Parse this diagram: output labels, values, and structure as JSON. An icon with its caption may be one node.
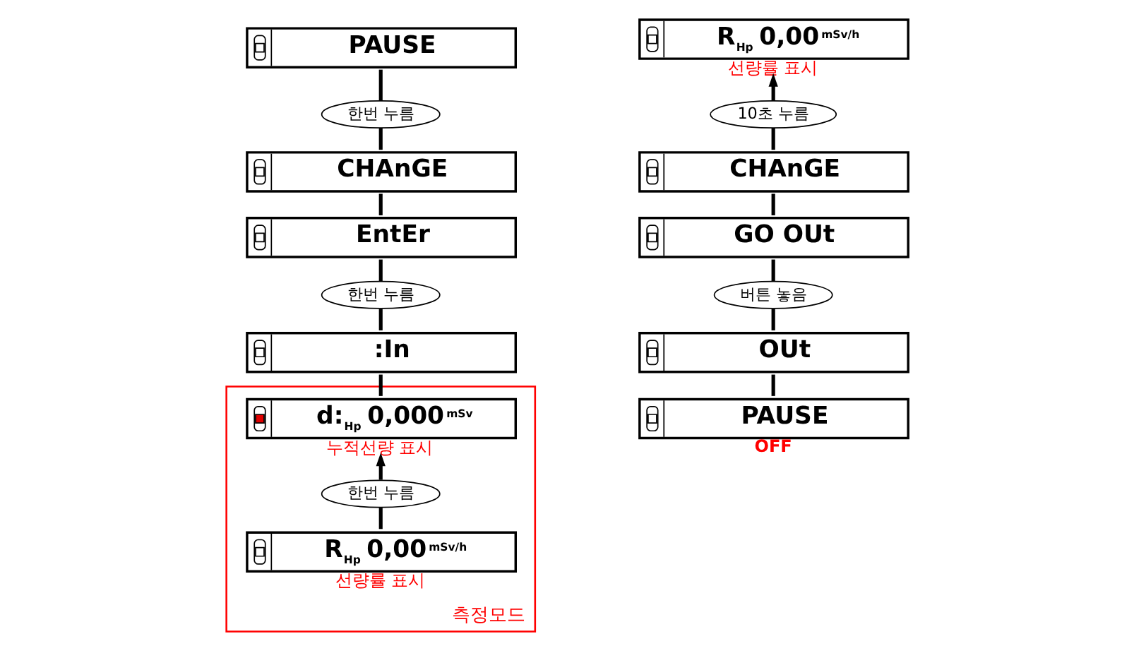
{
  "diagram": {
    "nodes": [
      {
        "text": [
          "PAUSE"
        ]
      },
      {
        "text": [
          "한번 누름"
        ]
      },
      {
        "text": [
          "CHAnGE"
        ]
      },
      {
        "text": [
          "EntEr"
        ]
      },
      {
        "text": [
          "한번 누름"
        ]
      },
      {
        "text": [
          ":In"
        ]
      },
      {
        "text": [
          "측정모드"
        ]
      },
      {
        "text": [
          "d:$_{Hp}$ 0,000$^{mSv}$"
        ],
        "in": 6,
        "beside": [
          "누적선량 표시"
        ]
      },
      {
        "text": [
          "한번 누름"
        ],
        "in": 6
      },
      {
        "text": [
          "R$_{Hp}$ 0,00$^{mSv/h}$"
        ],
        "in": 6,
        "beside": [
          "선량률 표시"
        ]
      },
      {
        "text": [
          "R$_{Hp}$ 0,00$^{mSv/h}$"
        ],
        "beside": [
          "선량률 표시"
        ]
      },
      {
        "text": [
          "10초 누름"
        ]
      },
      {
        "text": [
          "CHAnGE"
        ]
      },
      {
        "text": [
          "GO OUt"
        ]
      },
      {
        "text": [
          "버튼 놓음"
        ]
      },
      {
        "text": [
          "OUt"
        ]
      },
      {
        "text": [
          "PAUSE"
        ],
        "beside": [
          "OFF"
        ]
      }
    ],
    "edges": [
      {
        "from": 0,
        "to": 1,
        "arrow": "none"
      },
      {
        "from": 1,
        "to": 2,
        "arrow": "none"
      },
      {
        "from": 2,
        "to": 3,
        "arrow": "none"
      },
      {
        "from": 3,
        "to": 4,
        "arrow": "none"
      },
      {
        "from": 4,
        "to": 5,
        "arrow": "none"
      },
      {
        "from": 5,
        "to": 7,
        "arrow": "none"
      },
      {
        "from": 8,
        "to": 7,
        "arrow": "to"
      },
      {
        "from": 8,
        "to": 9,
        "arrow": "none"
      },
      {
        "from": 11,
        "to": 10,
        "arrow": "to"
      },
      {
        "from": 11,
        "to": 12,
        "arrow": "none"
      },
      {
        "from": 12,
        "to": 13,
        "arrow": "none"
      },
      {
        "from": 13,
        "to": 14,
        "arrow": "none"
      },
      {
        "from": 14,
        "to": 15,
        "arrow": "none"
      },
      {
        "from": 15,
        "to": 16,
        "arrow": "none"
      }
    ]
  }
}
